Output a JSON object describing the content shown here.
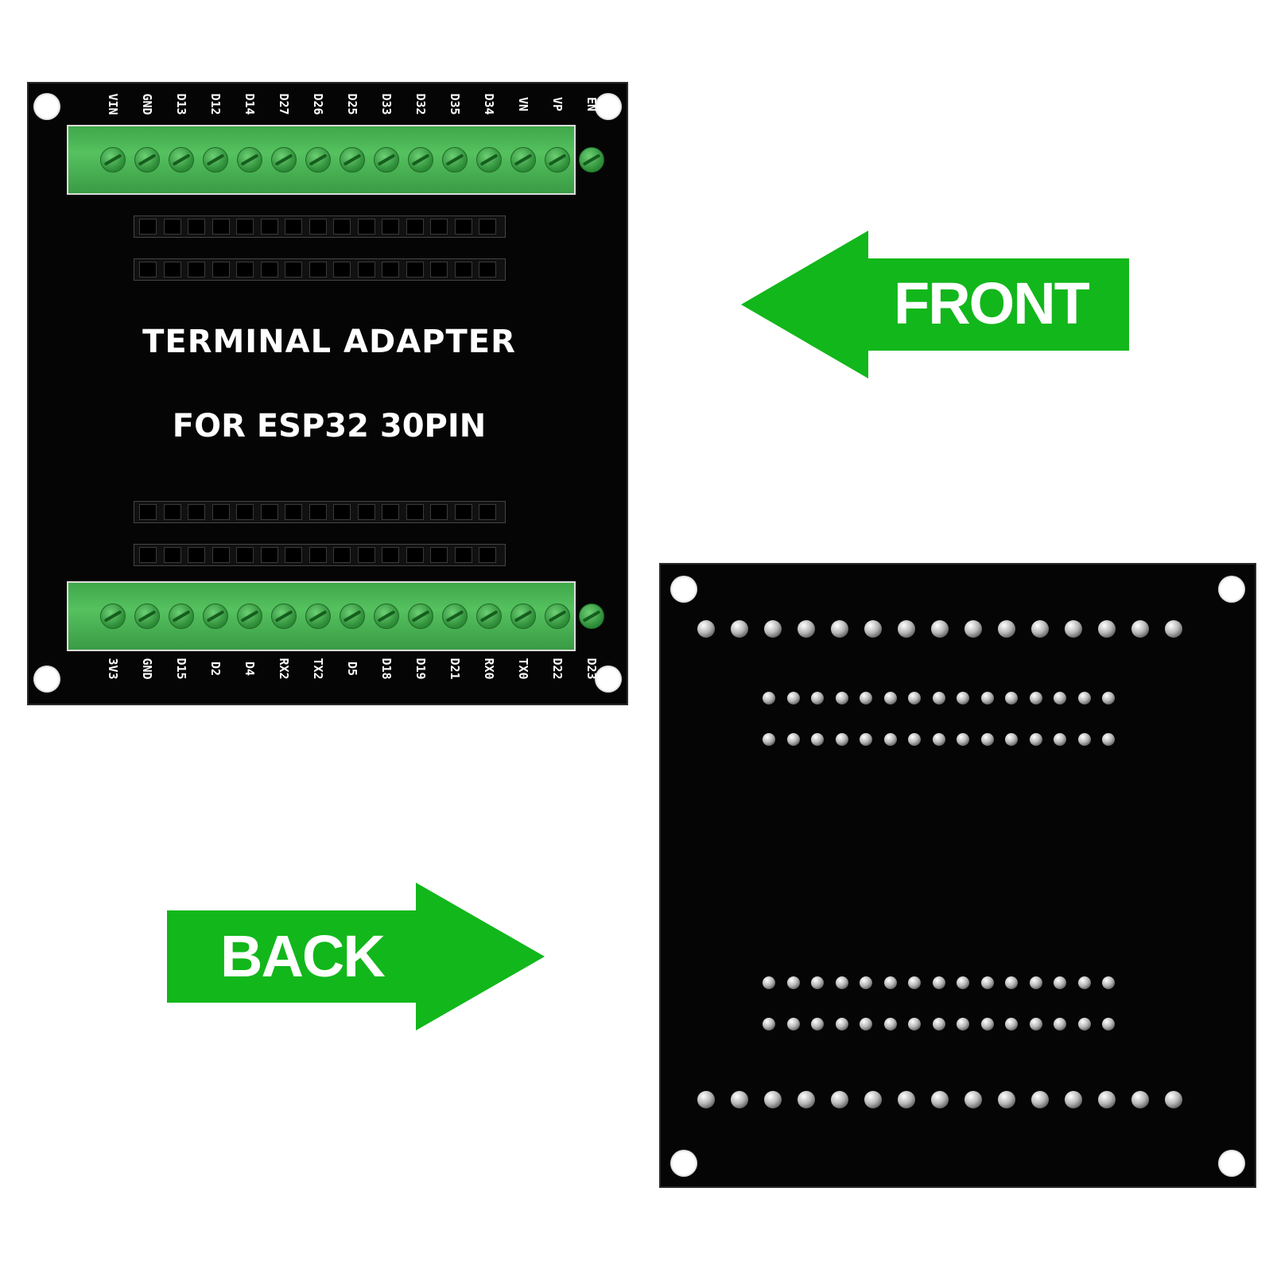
{
  "front": {
    "title_line1": "TERMINAL  ADAPTER",
    "title_line2": "FOR ESP32 30PIN",
    "top_pins": [
      "VIN",
      "GND",
      "D13",
      "D12",
      "D14",
      "D27",
      "D26",
      "D25",
      "D33",
      "D32",
      "D35",
      "D34",
      "VN",
      "VP",
      "EN"
    ],
    "bottom_pins": [
      "3V3",
      "GND",
      "D15",
      "D2",
      "D4",
      "RX2",
      "TX2",
      "D5",
      "D18",
      "D19",
      "D21",
      "RX0",
      "TX0",
      "D22",
      "D23"
    ]
  },
  "labels": {
    "front": "FRONT",
    "back": "BACK"
  },
  "colors": {
    "arrow_green": "#12b71b",
    "board_black": "#050505",
    "terminal_green": "#4cb856",
    "background": "#ffffff"
  }
}
